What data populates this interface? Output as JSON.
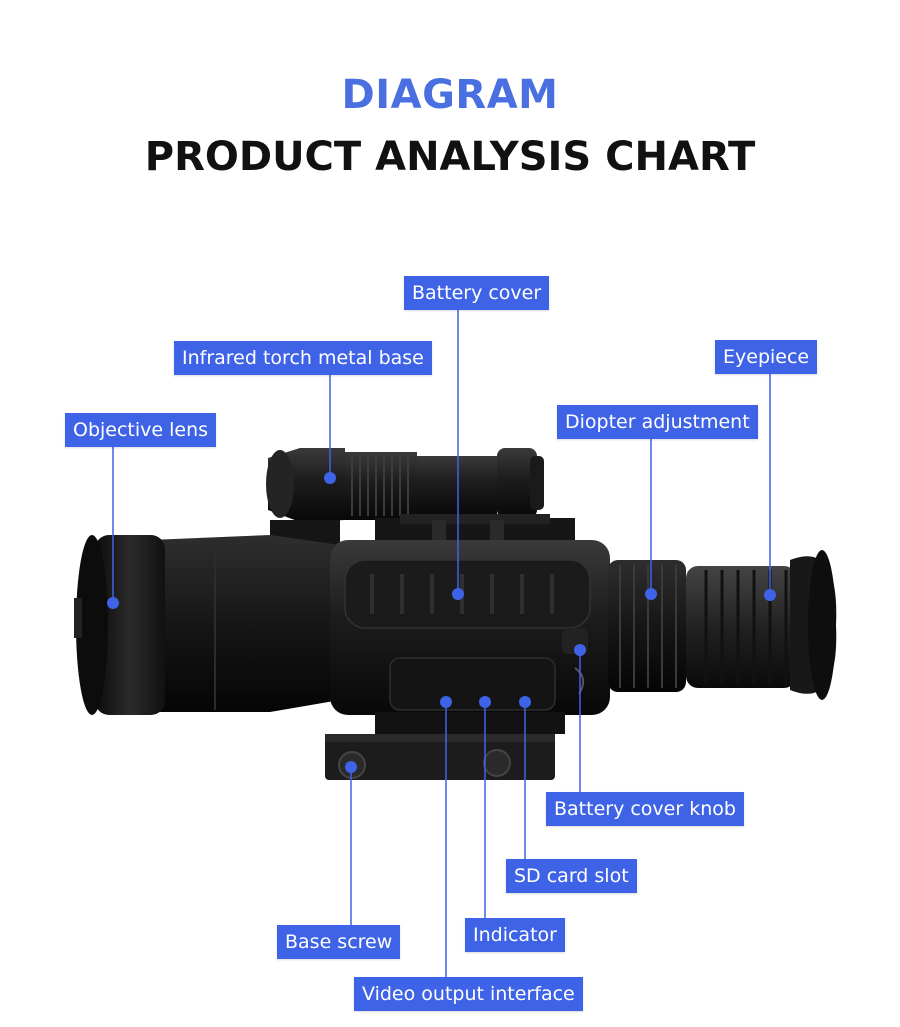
{
  "heading": {
    "sub": "DIAGRAM",
    "title": "PRODUCT ANALYSIS CHART"
  },
  "colors": {
    "accent": "#3f63e6",
    "heading_blue": "#4a6fe0",
    "title": "#111111",
    "device": "#1a1a1a"
  },
  "labels": {
    "battery_cover": "Battery cover",
    "infrared_torch_base": "Infrared torch metal base",
    "eyepiece": "Eyepiece",
    "objective_lens": "Objective lens",
    "diopter_adjustment": "Diopter adjustment",
    "battery_cover_knob": "Battery cover knob",
    "sd_card_slot": "SD card slot",
    "base_screw": "Base screw",
    "indicator": "Indicator",
    "video_output_interface": "Video output interface"
  }
}
